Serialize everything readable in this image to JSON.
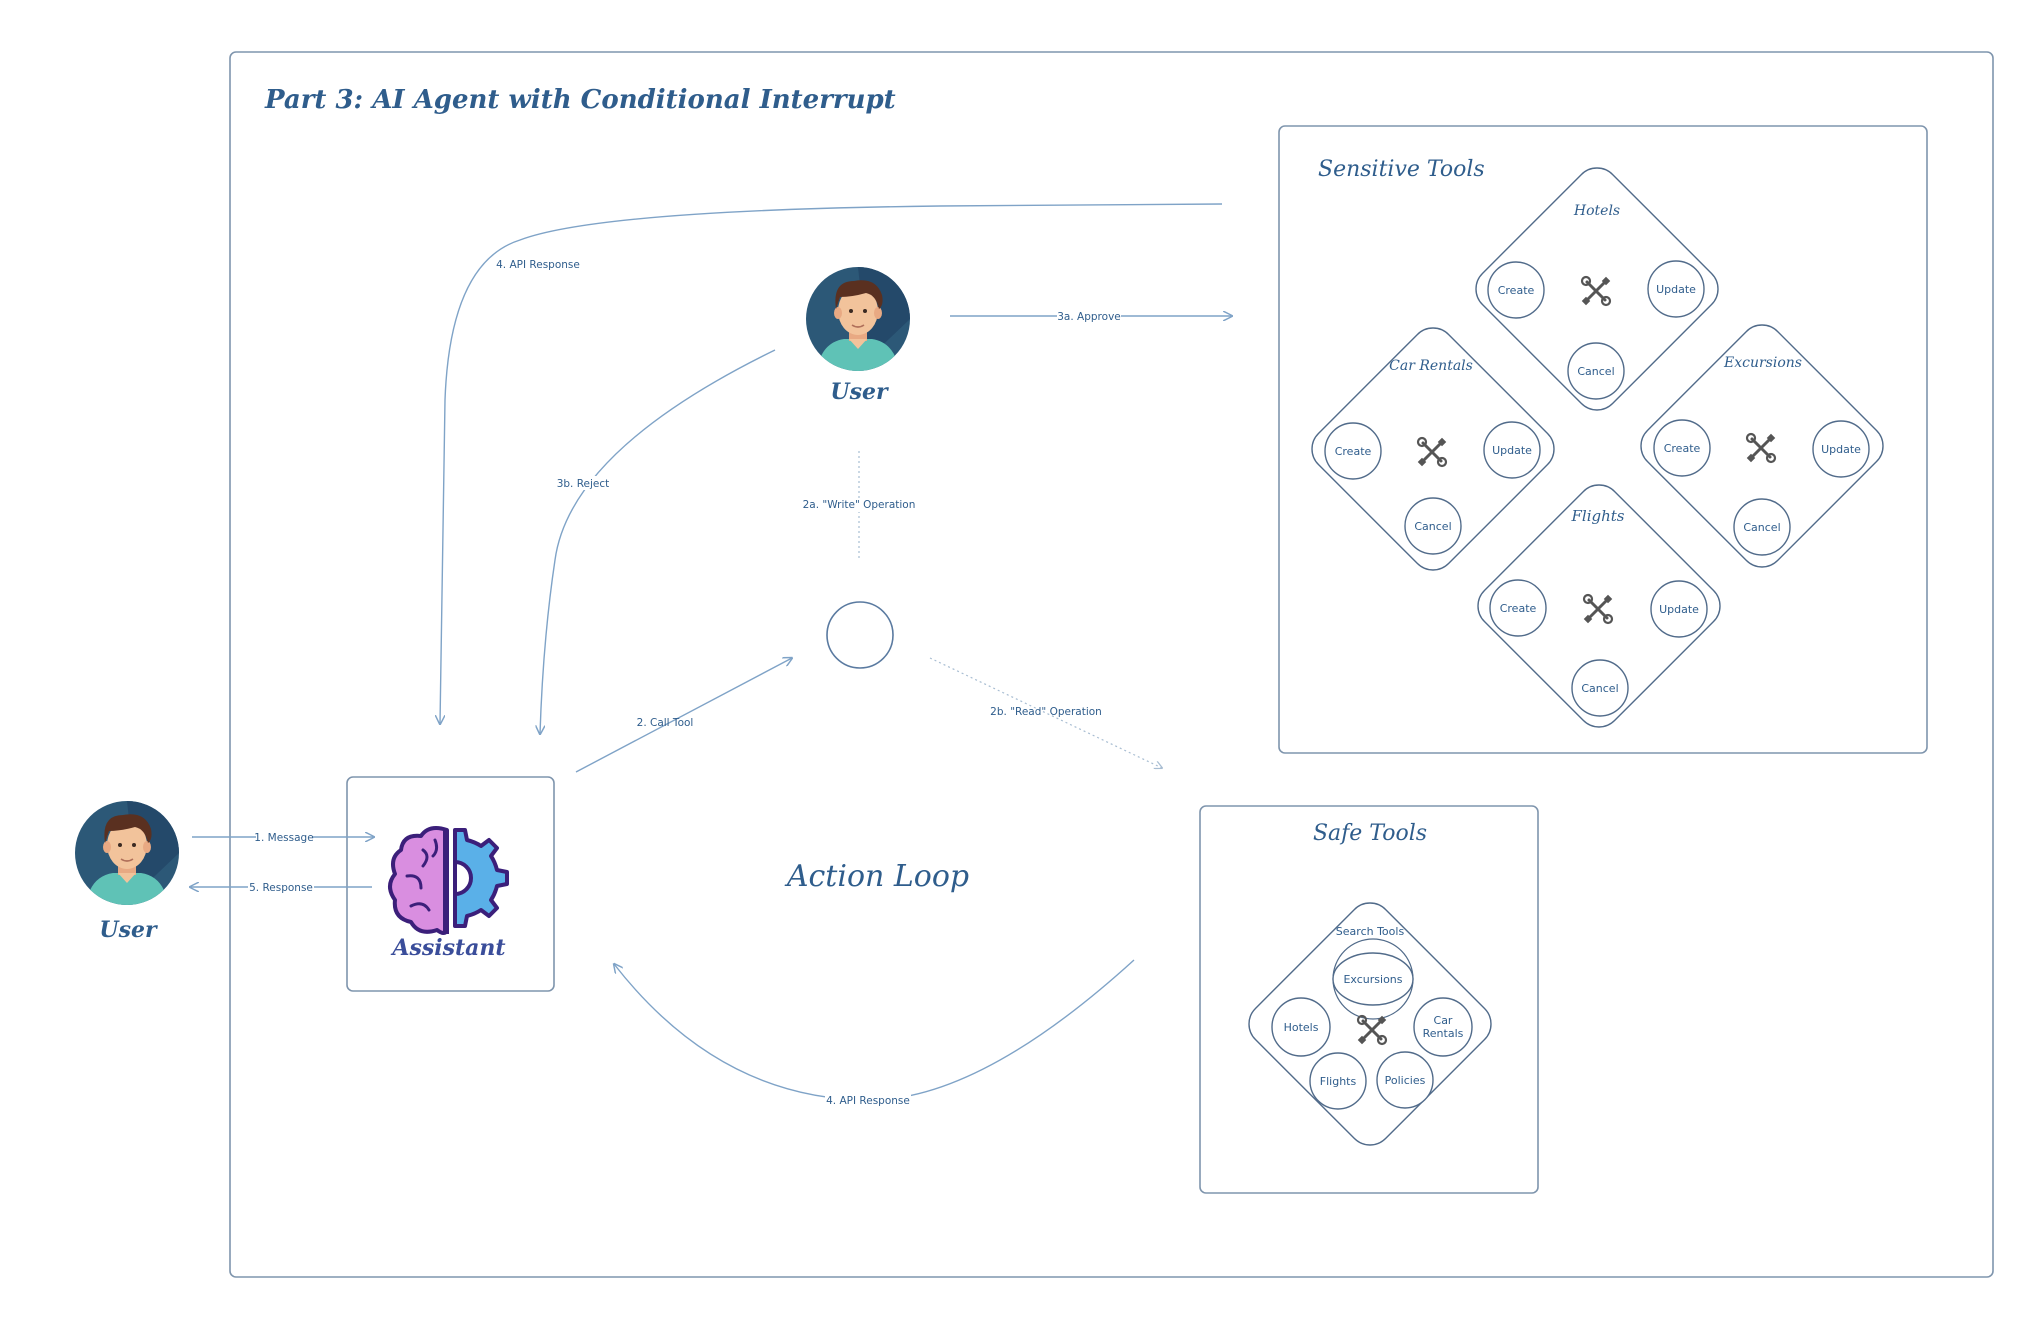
{
  "title": "Part 3: AI Agent with Conditional Interrupt",
  "center_label": "Action Loop",
  "user_left_label": "User",
  "user_top_label": "User",
  "assistant_label": "Assistant",
  "sensitive_tools": {
    "title": "Sensitive Tools",
    "groups": [
      {
        "name": "Hotels",
        "ops": [
          "Create",
          "Update",
          "Cancel"
        ]
      },
      {
        "name": "Car Rentals",
        "ops": [
          "Create",
          "Update",
          "Cancel"
        ]
      },
      {
        "name": "Excursions",
        "ops": [
          "Create",
          "Update",
          "Cancel"
        ]
      },
      {
        "name": "Flights",
        "ops": [
          "Create",
          "Update",
          "Cancel"
        ]
      }
    ]
  },
  "safe_tools": {
    "title": "Safe Tools",
    "group_name": "Search Tools",
    "items": [
      "Excursions",
      "Hotels",
      "Car\nRentals",
      "Flights",
      "Policies"
    ]
  },
  "edges": {
    "message": "1. Message",
    "response": "5. Response",
    "call_tool": "2. Call Tool",
    "write_op": "2a. \"Write\" Operation",
    "read_op": "2b. \"Read\" Operation",
    "approve": "3a. Approve",
    "reject": "3b. Reject",
    "api_response_top": "4. API Response",
    "api_response_bottom": "4. API Response"
  },
  "colors": {
    "text": "#2f5d8c",
    "stroke": "#516b8a",
    "arrow": "#7fa3c7",
    "brain": "#d98ee0",
    "gear": "#5ab0e8",
    "outline": "#3b1f7a",
    "avatar_bg": "#2c5877",
    "skin": "#f2c39b",
    "hair": "#5a3020",
    "shirt": "#5fc2b6"
  },
  "icons": [
    "wrench-screwdriver-icon",
    "brain-gear-icon",
    "user-avatar-icon"
  ]
}
